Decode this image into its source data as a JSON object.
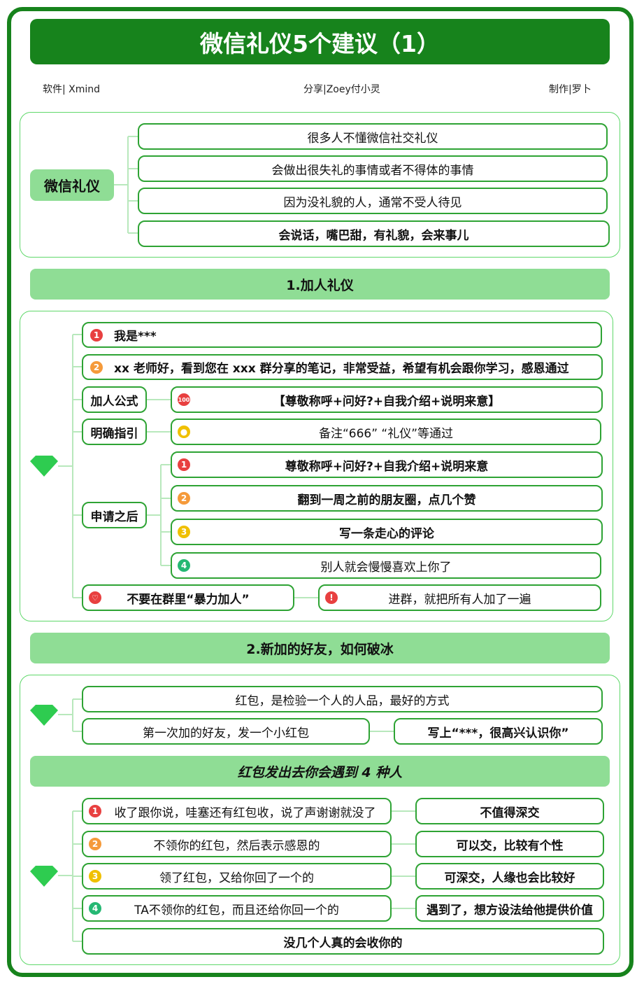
{
  "title": "微信礼仪5个建议（1）",
  "credits": {
    "software": "软件| Xmind",
    "share": "分享|Zoey付小灵",
    "author": "制作|罗卜"
  },
  "colors": {
    "dark_green": "#17831c",
    "light_green": "#8fdd95",
    "border": "#2ea334",
    "connector": "#b8e8bc"
  },
  "intro": {
    "topic": "微信礼仪",
    "items": [
      "很多人不懂微信社交礼仪",
      "会做出很失礼的事情或者不得体的事情",
      "因为没礼貌的人，通常不受人待见",
      "会说话，嘴巴甜，有礼貌，会来事儿"
    ]
  },
  "section1": {
    "header": "1.加人礼仪",
    "item1": "我是***",
    "item2": "xx 老师好，看到您在 xxx 群分享的笔记，非常受益，希望有机会跟你学习，感恩通过",
    "formula_label": "加人公式",
    "formula": "【尊敬称呼+问好?+自我介绍+说明来意】",
    "guide_label": "明确指引",
    "guide": "备注“666” “礼仪”等通过",
    "after_label": "申请之后",
    "after": [
      "尊敬称呼+问好?+自我介绍+说明来意",
      "翻到一周之前的朋友圈，点几个赞",
      "写一条走心的评论",
      "别人就会慢慢喜欢上你了"
    ],
    "dont": "不要在群里“暴力加人”",
    "dont_detail": "进群，就把所有人加了一遍"
  },
  "section2": {
    "header": "2.新加的好友，如何破冰",
    "item1": "红包，是检验一个人的人品，最好的方式",
    "item2": "第一次加的好友，发一个小红包",
    "item2_note": "写上“***，很高兴认识你”"
  },
  "section3": {
    "header": "红包发出去你会遇到 4 种人",
    "rows": [
      {
        "type": "收了跟你说，哇塞还有红包收，说了声谢谢就没了",
        "verdict": "不值得深交"
      },
      {
        "type": "不领你的红包，然后表示感恩的",
        "verdict": "可以交，比较有个性"
      },
      {
        "type": "领了红包，又给你回了一个的",
        "verdict": "可深交，人缘也会比较好"
      },
      {
        "type": "TA不领你的红包，而且还给你回一个的",
        "verdict": "遇到了，想方设法给他提供价值"
      }
    ],
    "footer": "没几个人真的会收你的"
  }
}
